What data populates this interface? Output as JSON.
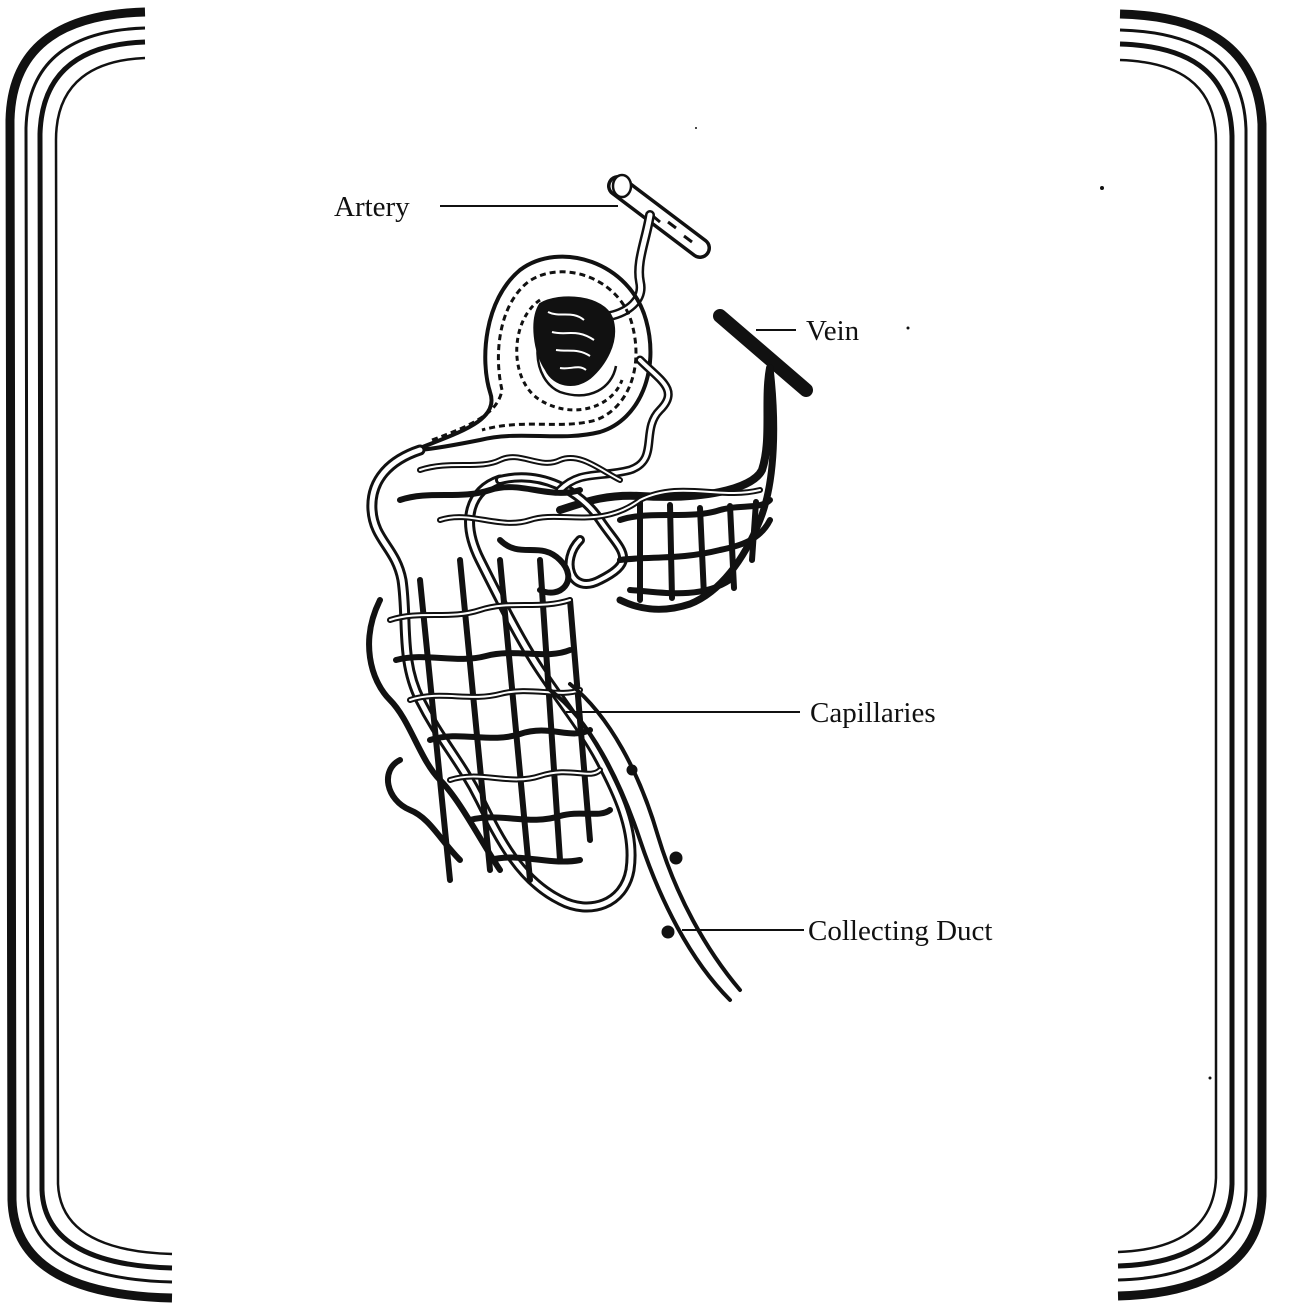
{
  "diagram": {
    "labels": {
      "artery": "Artery",
      "vein": "Vein",
      "capillaries": "Capillaries",
      "collecting_duct": "Collecting Duct"
    },
    "colors": {
      "ink": "#111111",
      "background": "#ffffff"
    }
  }
}
